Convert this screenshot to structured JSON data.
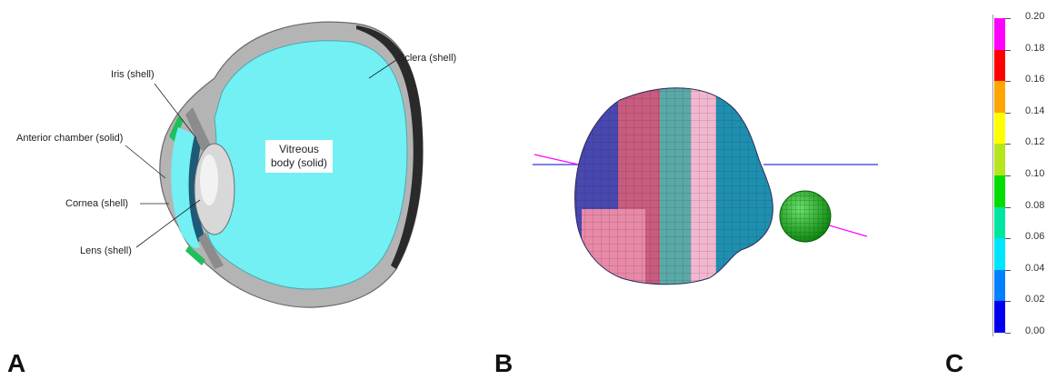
{
  "panels": {
    "a_letter": "A",
    "b_letter": "B",
    "c_letter": "C"
  },
  "labels": {
    "iris": "Iris (shell)",
    "sclera": "Sclera (shell)",
    "anterior": "Anterior chamber (solid)",
    "cornea": "Cornea (shell)",
    "lens": "Lens (shell)",
    "vitreous_line1": "Vitreous",
    "vitreous_line2": "body (solid)"
  },
  "colorbar": {
    "ticks": [
      "0.20",
      "0.18",
      "0.16",
      "0.14",
      "0.12",
      "0.10",
      "0.08",
      "0.06",
      "0.04",
      "0.02",
      "0.00"
    ],
    "colors_top_to_bottom": [
      "#ff00ff",
      "#ff0000",
      "#ffa500",
      "#ffff00",
      "#b5e61d",
      "#00dd00",
      "#00e6a0",
      "#00e5ff",
      "#0080ff",
      "#0000ee"
    ]
  },
  "colors": {
    "vitreous": "#72f0f4",
    "sclera": "#b4b4b4",
    "cornea_green": "#1fbf5e",
    "iris_dark": "#1c5a78",
    "mesh_blue": "#4848b0",
    "mesh_pink": "#c85c7e",
    "mesh_teal": "#5aa9a7",
    "mesh_light": "#f2b7cf",
    "mesh_cyan": "#1f8fb0",
    "bullet_green": "#18b418",
    "axis_blue": "#3434e0",
    "axis_magenta": "#ff00ff"
  }
}
